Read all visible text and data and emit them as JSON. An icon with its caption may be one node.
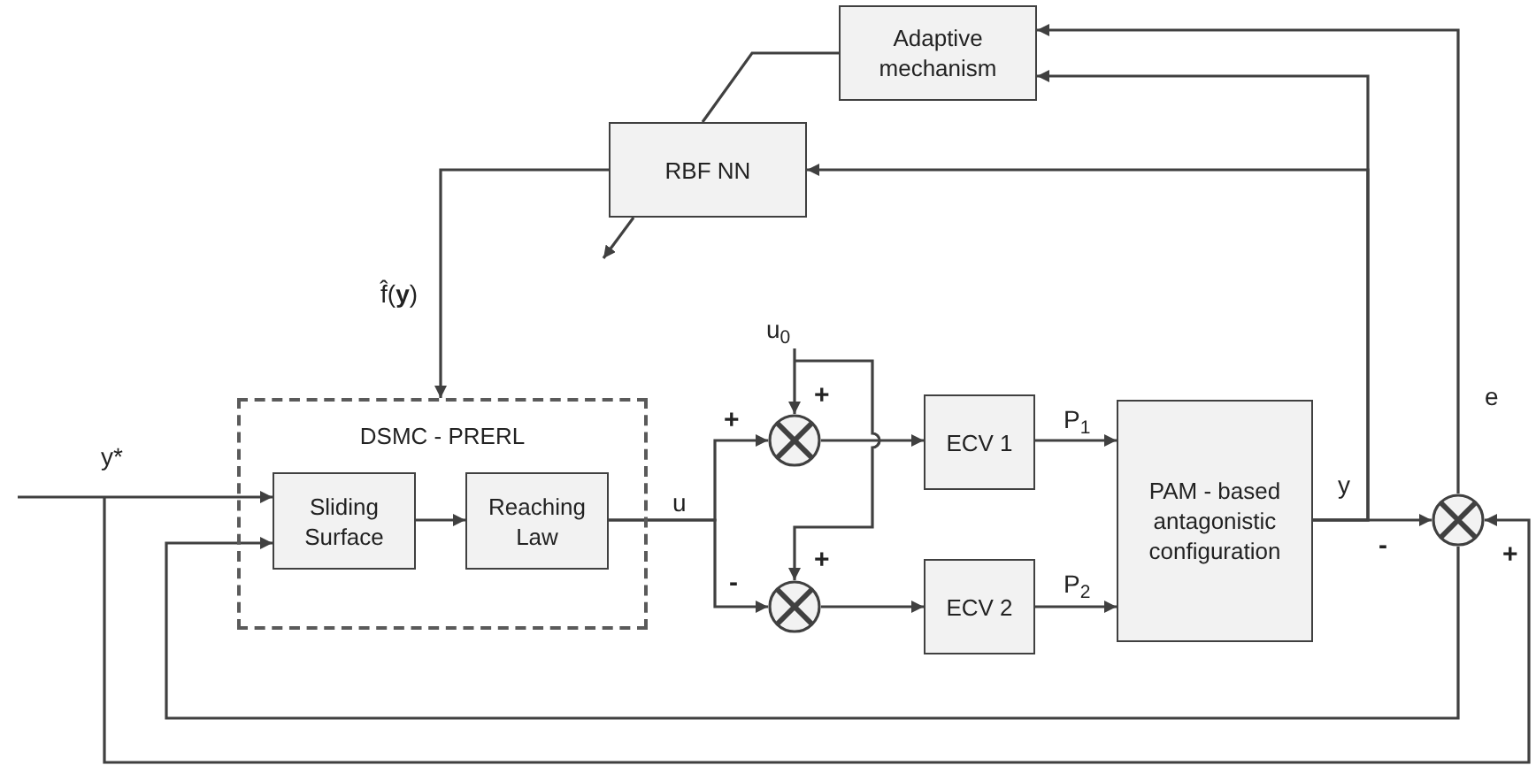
{
  "diagram": {
    "nodes": [
      {
        "text": [
          "Adaptive mechanism"
        ]
      },
      {
        "text": [
          "RBF NN"
        ]
      },
      {
        "text": [
          "DSMC - PRERL"
        ]
      },
      {
        "text": [
          "Sliding Surface"
        ],
        "in": 2
      },
      {
        "text": [
          "Reaching Law"
        ],
        "in": 2
      },
      {
        "text": [],
        "shape": "circle"
      },
      {
        "text": [],
        "shape": "circle"
      },
      {
        "text": [
          "ECV 1"
        ]
      },
      {
        "text": [
          "ECV 2"
        ]
      },
      {
        "text": [
          "PAM - based antagonistic configuration"
        ]
      },
      {
        "text": [],
        "shape": "circle"
      }
    ],
    "edges": [
      {
        "from": 0,
        "to": 1,
        "arrow": "none"
      },
      {
        "from": 1,
        "to": null,
        "arrow": "to"
      },
      {
        "from": 1,
        "to": 2,
        "arrow": "to",
        "label": "f̂(**y**)"
      },
      {
        "from": null,
        "to": 3,
        "arrow": "to",
        "label": "y*"
      },
      {
        "from": null,
        "to": 10,
        "arrow": "to"
      },
      {
        "from": 10,
        "to": 3,
        "arrow": "to"
      },
      {
        "from": 3,
        "to": 4,
        "arrow": "to"
      },
      {
        "from": 4,
        "to": 5,
        "arrow": "to",
        "label": "u"
      },
      {
        "from": 4,
        "to": 6,
        "arrow": "to"
      },
      {
        "from": null,
        "to": 5,
        "arrow": "to",
        "label": "u$_{0}$"
      },
      {
        "from": null,
        "to": 6,
        "arrow": "to"
      },
      {
        "from": 5,
        "to": 7,
        "arrow": "to"
      },
      {
        "from": 6,
        "to": 8,
        "arrow": "to"
      },
      {
        "from": 7,
        "to": 9,
        "arrow": "to",
        "label": "P$_{1}$"
      },
      {
        "from": 8,
        "to": 9,
        "arrow": "to",
        "label": "P$_{2}$"
      },
      {
        "from": 9,
        "to": 10,
        "arrow": "to",
        "label": "y"
      },
      {
        "from": 9,
        "to": 0,
        "arrow": "to"
      },
      {
        "from": 9,
        "to": 1,
        "arrow": "to"
      },
      {
        "from": 10,
        "to": 0,
        "arrow": "to",
        "label": "e"
      }
    ],
    "labels": [
      "+",
      "+",
      "-",
      "+",
      "-",
      "+"
    ]
  }
}
